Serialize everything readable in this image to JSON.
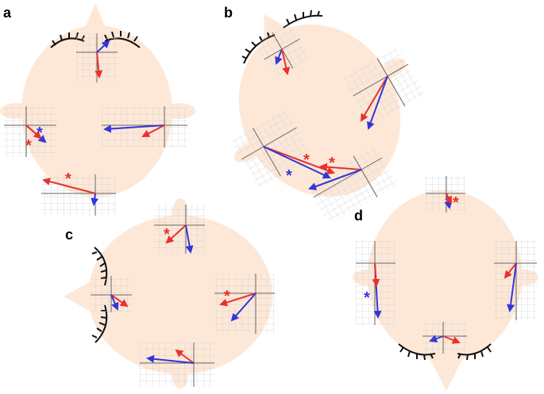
{
  "colors": {
    "head": "#fde8d8",
    "grid": "#cccccc",
    "axis": "#666666",
    "arrow_red": "#e8322b",
    "arrow_blue": "#3535d8",
    "eyelash": "#111111",
    "label": "#000000"
  },
  "panels": [
    {
      "id": "a",
      "label": "a"
    },
    {
      "id": "b",
      "label": "b"
    },
    {
      "id": "c",
      "label": "c"
    },
    {
      "id": "d",
      "label": "d"
    }
  ],
  "markers": {
    "significance": "*"
  }
}
